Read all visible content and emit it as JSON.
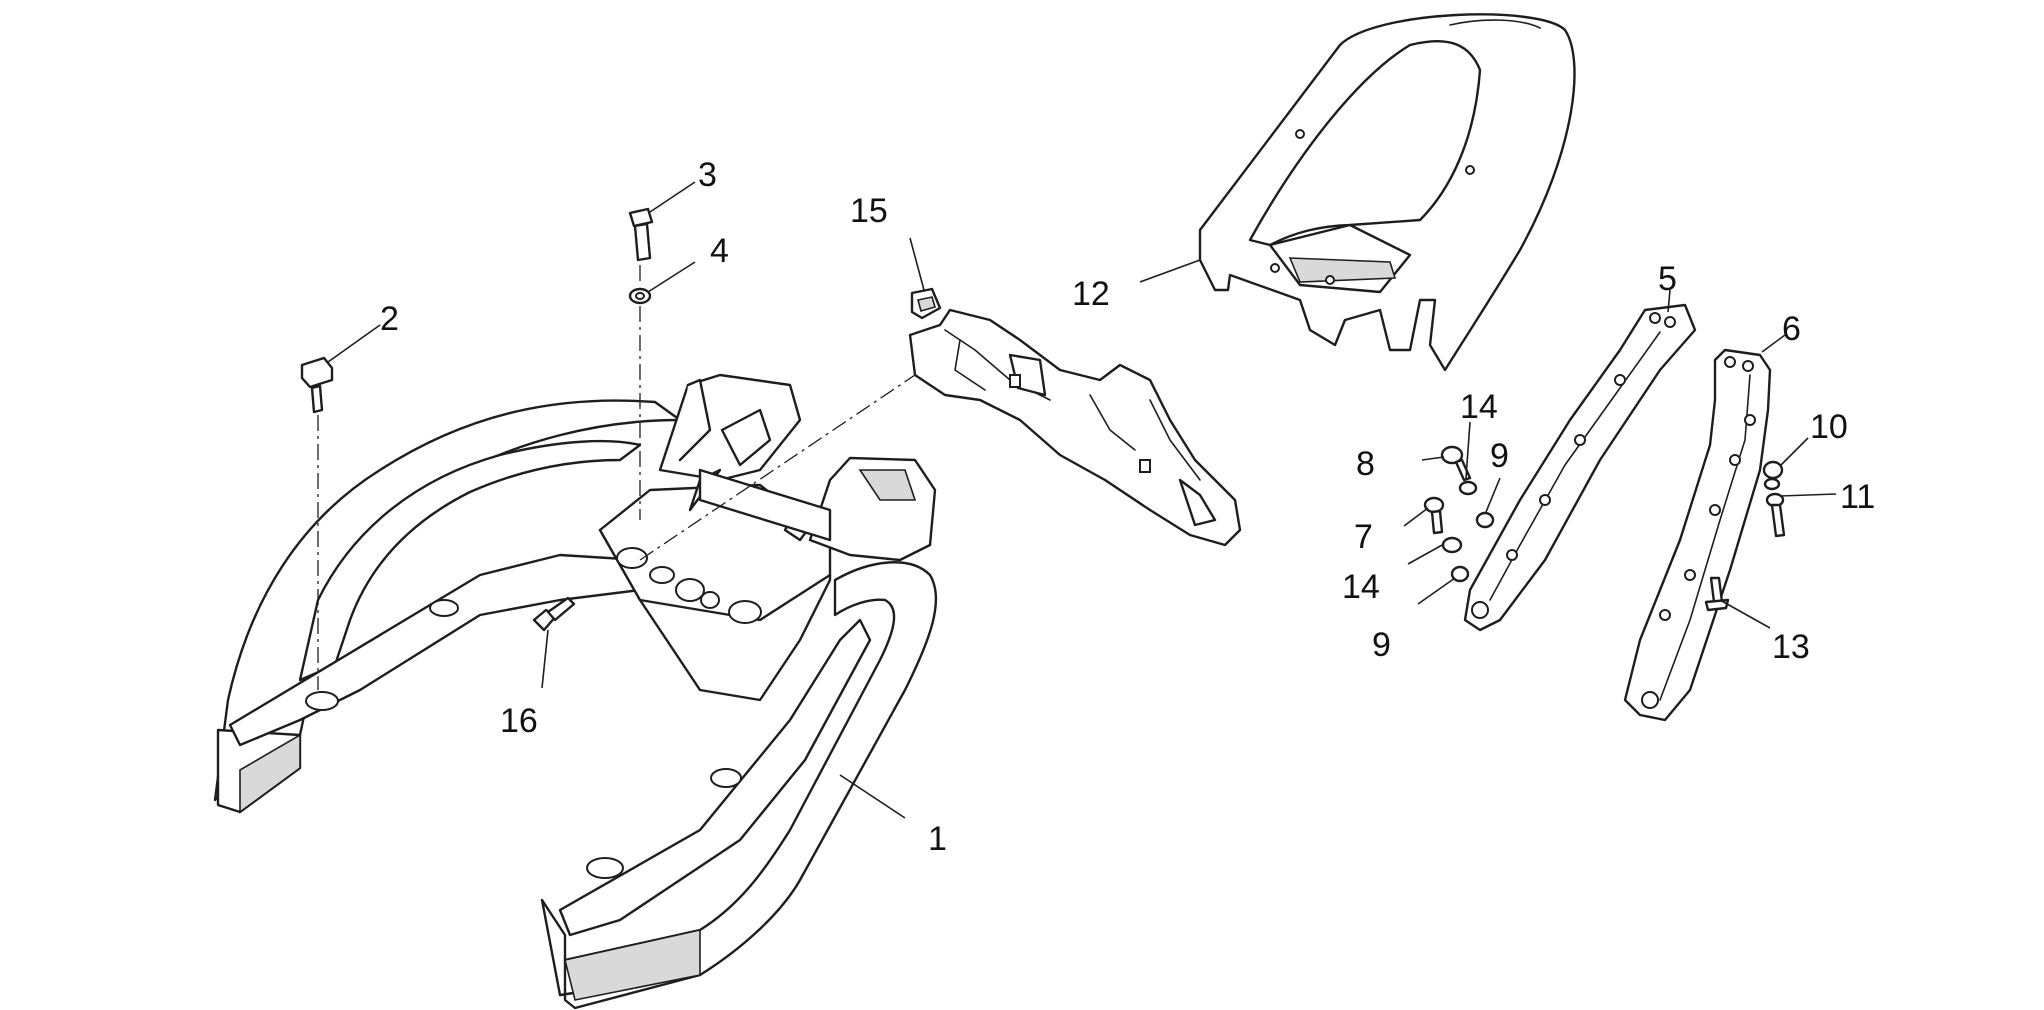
{
  "colors": {
    "line": "#1e1e1e",
    "background": "#ffffff",
    "shading": "#d9d9d9"
  },
  "callouts": {
    "c1": "1",
    "c2": "2",
    "c3": "3",
    "c4": "4",
    "c5": "5",
    "c6": "6",
    "c7": "7",
    "c8": "8",
    "c9a": "9",
    "c9b": "9",
    "c10": "10",
    "c11": "11",
    "c12": "12",
    "c13": "13",
    "c14a": "14",
    "c14b": "14",
    "c15": "15",
    "c16": "16"
  }
}
